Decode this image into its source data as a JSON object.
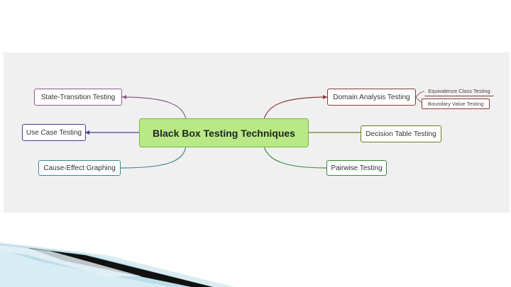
{
  "diagram": {
    "central": "Black Box Testing Techniques",
    "left_branches": [
      {
        "label": "State-Transition Testing",
        "color": "#8e5a8a"
      },
      {
        "label": "Use Case Testing",
        "color": "#3f3f9a"
      },
      {
        "label": "Cause-Effect Graphing",
        "color": "#3a8a85"
      }
    ],
    "right_branches": [
      {
        "label": "Domain Analysis Testing",
        "color": "#8b3a3a",
        "children": [
          "Equivalence Class Testing",
          "Boundary Value Testing"
        ]
      },
      {
        "label": "Decision Table Testing",
        "color": "#6b7a2a"
      },
      {
        "label": "Pairwise Testing",
        "color": "#3a8a3a"
      }
    ]
  },
  "colors": {
    "central_fill": "#b8e986",
    "central_border": "#7cb342",
    "panel_bg": "#f0f0f0"
  }
}
